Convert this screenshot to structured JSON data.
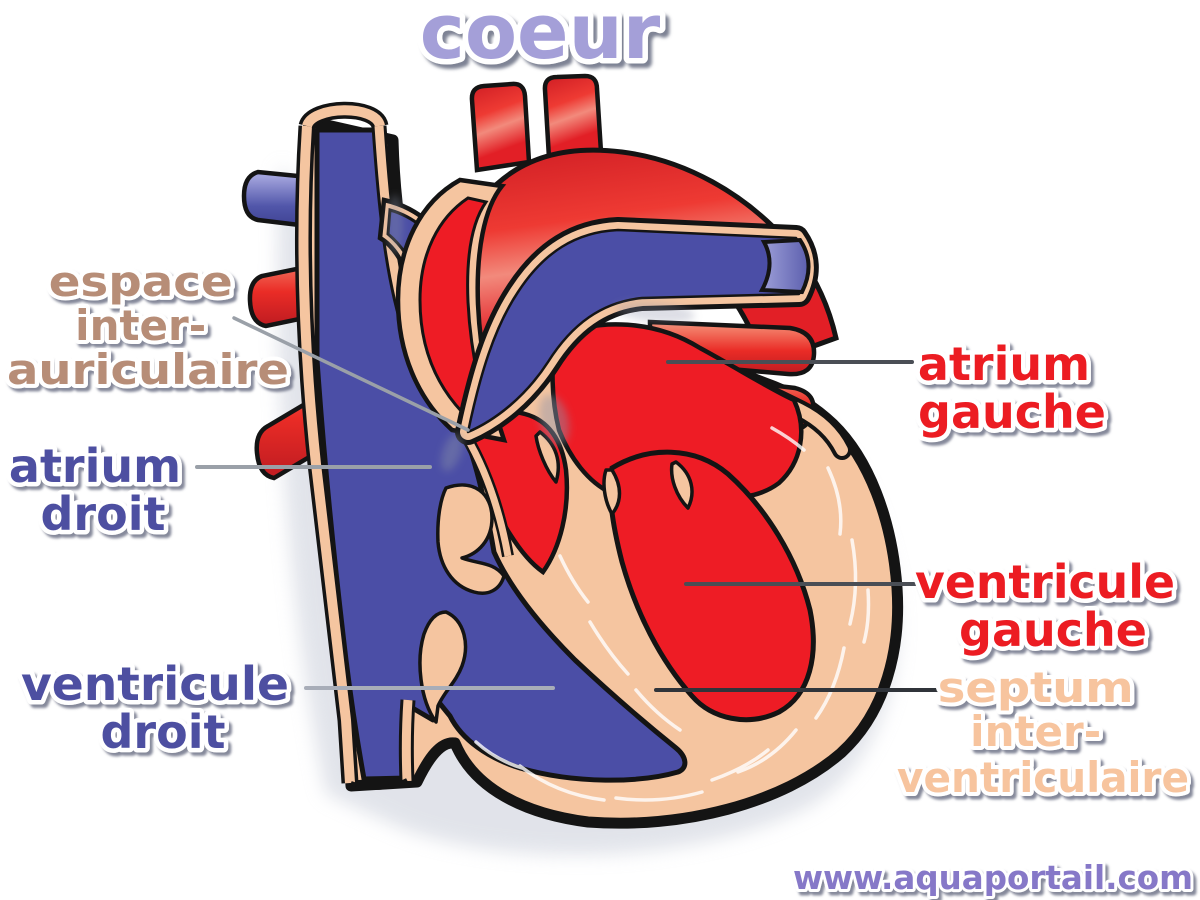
{
  "title": {
    "text": "coeur",
    "color": "#a49fd8"
  },
  "watermark": {
    "text": "www.aquaportail.com",
    "color": "#8678c8"
  },
  "labels": {
    "espace_inter_auriculaire": {
      "lines": [
        "espace",
        "inter-",
        "auriculaire"
      ],
      "color": "#b78d77"
    },
    "atrium_droit": {
      "lines": [
        "atrium",
        "droit"
      ],
      "color": "#4d4fa1"
    },
    "ventricule_droit": {
      "lines": [
        "ventricule",
        "droit"
      ],
      "color": "#4d4fa1"
    },
    "atrium_gauche": {
      "lines": [
        "atrium",
        "gauche"
      ],
      "color": "#ec1c24"
    },
    "ventricule_gauche": {
      "lines": [
        "ventricule",
        "gauche"
      ],
      "color": "#ec1c24"
    },
    "septum_inter_ventriculaire": {
      "lines": [
        "septum",
        "inter-",
        "ventriculaire"
      ],
      "color": "#f7c49e"
    }
  },
  "diagram_colors": {
    "oxygenated_blood": "#ee1c25",
    "deoxygenated_blood": "#4b4ea6",
    "heart_wall": "#f5c5a0",
    "outline": "#141414"
  }
}
